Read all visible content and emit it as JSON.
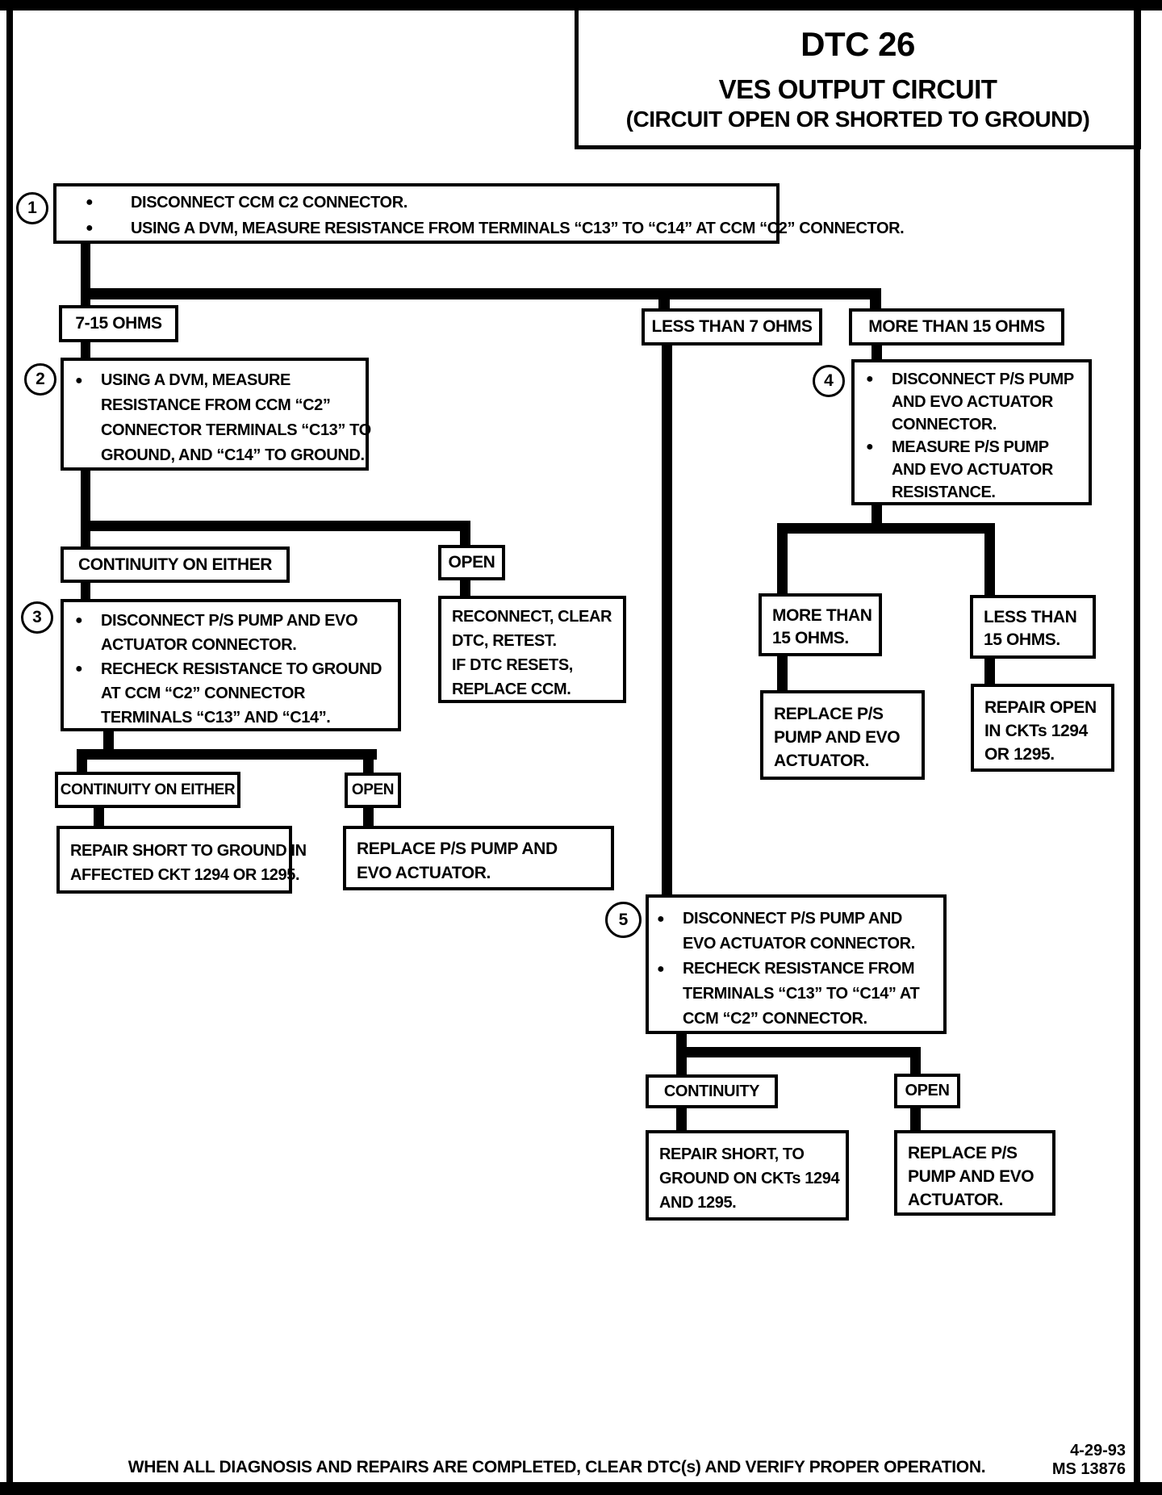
{
  "title": {
    "code": "DTC 26",
    "line1": "VES OUTPUT CIRCUIT",
    "line2": "(CIRCUIT OPEN OR SHORTED TO GROUND)"
  },
  "flow": {
    "step1": {
      "num": "1",
      "b1": "DISCONNECT CCM C2 CONNECTOR.",
      "b2": "USING A DVM, MEASURE RESISTANCE FROM TERMINALS “C13” TO “C14” AT CCM “C2” CONNECTOR."
    },
    "branch_7_15": "7-15 OHMS",
    "branch_less7": "LESS THAN 7 OHMS",
    "branch_more15": "MORE THAN 15 OHMS",
    "step2": {
      "num": "2",
      "lines": [
        "USING A DVM, MEASURE",
        "RESISTANCE FROM CCM “C2”",
        "CONNECTOR TERMINALS “C13” TO",
        "GROUND, AND “C14” TO GROUND."
      ]
    },
    "continuity1": "CONTINUITY ON EITHER",
    "open1": "OPEN",
    "step3": {
      "num": "3",
      "lines": [
        "DISCONNECT P/S PUMP AND EVO",
        "ACTUATOR CONNECTOR.",
        "RECHECK RESISTANCE TO GROUND",
        "AT CCM “C2” CONNECTOR",
        "TERMINALS “C13” AND “C14”."
      ]
    },
    "reconnect": {
      "lines": [
        "RECONNECT, CLEAR",
        "DTC, RETEST.",
        "IF DTC RESETS,",
        "REPLACE CCM."
      ]
    },
    "continuity2": "CONTINUITY ON EITHER",
    "open2": "OPEN",
    "repair_short1": {
      "lines": [
        "REPAIR SHORT TO GROUND IN",
        "AFFECTED CKT 1294 OR 1295."
      ]
    },
    "replace1": {
      "lines": [
        "REPLACE P/S PUMP AND",
        "EVO ACTUATOR."
      ]
    },
    "step4": {
      "num": "4",
      "lines": [
        "DISCONNECT P/S PUMP",
        "AND EVO ACTUATOR",
        "CONNECTOR.",
        "MEASURE P/S PUMP",
        "AND EVO ACTUATOR",
        "RESISTANCE."
      ]
    },
    "more15_result": {
      "lines": [
        "MORE THAN",
        "15 OHMS."
      ]
    },
    "less15_result": {
      "lines": [
        "LESS THAN",
        "15 OHMS."
      ]
    },
    "replace2": {
      "lines": [
        "REPLACE P/S",
        "PUMP AND EVO",
        "ACTUATOR."
      ]
    },
    "repair_open": {
      "lines": [
        "REPAIR OPEN",
        "IN CKTs 1294",
        "OR 1295."
      ]
    },
    "step5": {
      "num": "5",
      "lines": [
        "DISCONNECT P/S PUMP AND",
        "EVO ACTUATOR CONNECTOR.",
        "RECHECK RESISTANCE FROM",
        "TERMINALS “C13” TO “C14” AT",
        "CCM “C2” CONNECTOR."
      ]
    },
    "continuity3": "CONTINUITY",
    "open3": "OPEN",
    "repair_short2": {
      "lines": [
        "REPAIR SHORT, TO",
        "GROUND ON CKTs 1294",
        "AND 1295."
      ]
    },
    "replace3": {
      "lines": [
        "REPLACE P/S",
        "PUMP AND EVO",
        "ACTUATOR."
      ]
    }
  },
  "footer": {
    "note": "WHEN ALL DIAGNOSIS AND REPAIRS ARE COMPLETED, CLEAR DTC(s) AND VERIFY PROPER OPERATION.",
    "date": "4-29-93",
    "ref": "MS 13876"
  }
}
